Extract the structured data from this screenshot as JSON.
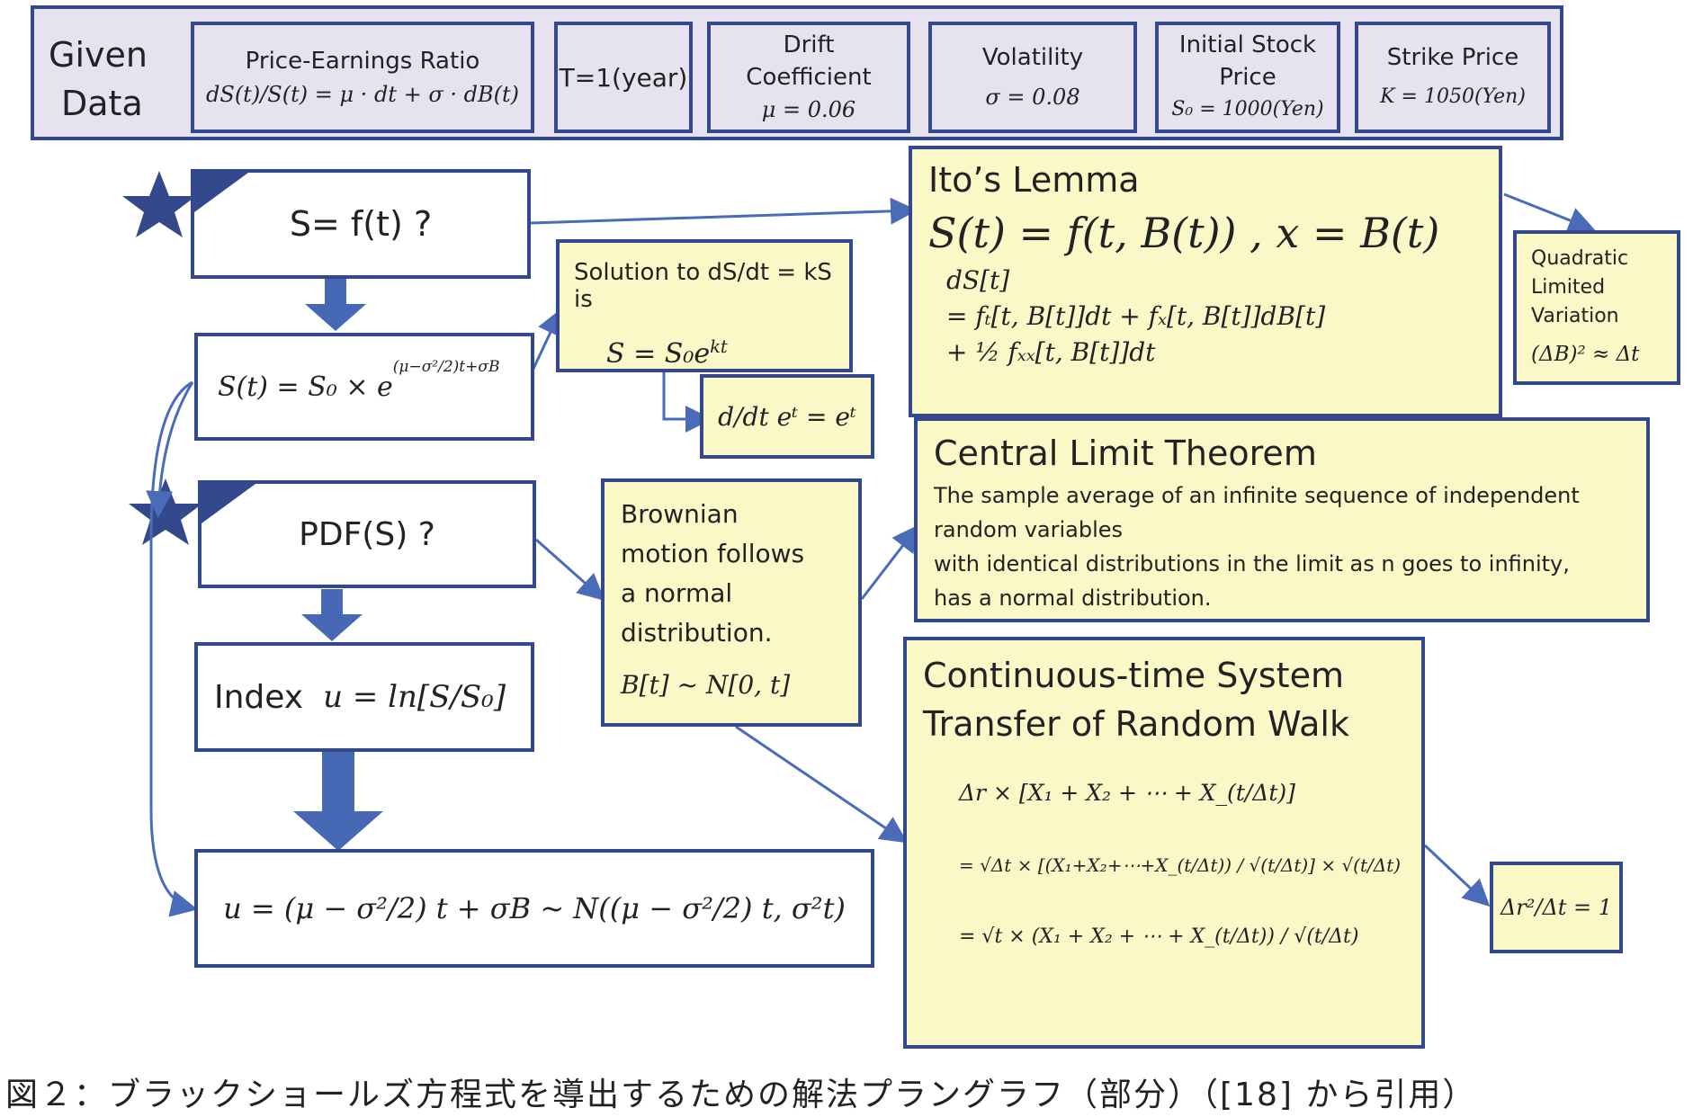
{
  "given": {
    "label_line1": "Given",
    "label_line2": "Data",
    "per_title": "Price-Earnings Ratio",
    "per_formula": "dS(t)/S(t) = μ · dt + σ · dB(t)",
    "time": "T=1(year)",
    "drift_line1": "Drift",
    "drift_line2": "Coefficient",
    "drift_value": "μ = 0.06",
    "vol_title": "Volatility",
    "vol_value": "σ = 0.08",
    "init_line1": "Initial Stock",
    "init_line2": "Price",
    "init_value": "S₀ = 1000(Yen)",
    "strike_title": "Strike Price",
    "strike_value": "K = 1050(Yen)"
  },
  "left": {
    "q1": "S= f(t) ?",
    "s_formula": "S(t) = S₀ × e",
    "s_exponent": "(μ−σ²/2)t+σB",
    "q2": "PDF(S) ?",
    "index_label": "Index",
    "index_formula": "u = ln[S/S₀]",
    "u_formula": "u = (μ − σ²/2) t + σB ~ N((μ − σ²/2) t, σ²t)"
  },
  "solution": {
    "title": "Solution to dS/dt = kS is",
    "formula": "S = S₀e",
    "exp": "kt"
  },
  "deriv": {
    "formula": "d/dt eᵗ = eᵗ"
  },
  "ito": {
    "title": "Ito’s Lemma",
    "main": "S(t) = f(t, B(t)) , x = B(t)",
    "l1": "dS[t]",
    "l2": "= fₜ[t, B[t]]dt + fₓ[t, B[t]]dB[t]",
    "l3": "+ ½ fₓₓ[t, B[t]]dt"
  },
  "quad": {
    "l1": "Quadratic",
    "l2": "Limited",
    "l3": "Variation",
    "formula": "(ΔB)² ≈ Δt"
  },
  "clt": {
    "title": "Central Limit Theorem",
    "l1": "The sample average of an infinite sequence of independent",
    "l2": "random variables",
    "l3": "with identical distributions in the limit as n goes to infinity,",
    "l4": "has a normal distribution."
  },
  "brown": {
    "l1": "Brownian",
    "l2": "motion follows",
    "l3": "a normal",
    "l4": "distribution.",
    "formula": "B[t]  ~  N[0, t]"
  },
  "ct": {
    "title1": "Continuous-time System",
    "title2": "Transfer of Random Walk",
    "f1": "Δr × [X₁ + X₂ + ⋯ + X_(t/Δt)]",
    "f2": "= √Δt × [(X₁+X₂+⋯+X_(t/Δt)) / √(t/Δt)] × √(t/Δt)",
    "f3": "= √t × (X₁ + X₂ + ⋯ + X_(t/Δt)) / √(t/Δt)"
  },
  "ratio": {
    "formula": "Δr²/Δt = 1"
  },
  "caption": "図２：ブラックショールズ方程式を導出するための解法プラングラフ（部分）（[18] から引用）",
  "colors": {
    "border": "#34498c",
    "yellow": "#fbf8c8",
    "lavender": "#e6e2ef",
    "arrow": "#4a6bb8"
  }
}
